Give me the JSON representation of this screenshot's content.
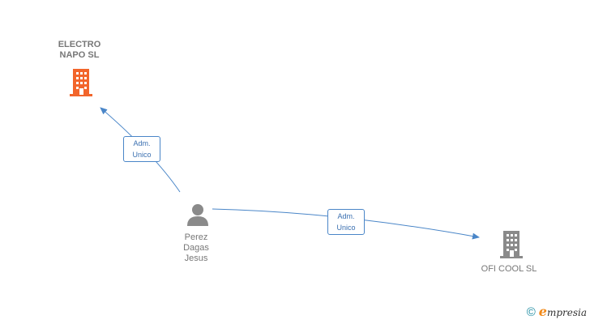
{
  "nodes": {
    "electro": {
      "line1": "ELECTRO",
      "line2": "NAPO  SL",
      "icon": "building-icon",
      "color": "#f2652b"
    },
    "person": {
      "line1": "Perez",
      "line2": "Dagas",
      "line3": "Jesus",
      "icon": "person-icon",
      "color": "#8a8a8a"
    },
    "oficool": {
      "line1": "OFI COOL  SL",
      "icon": "building-icon",
      "color": "#8a8a8a"
    }
  },
  "edges": [
    {
      "from": "person",
      "to": "electro",
      "label_line1": "Adm.",
      "label_line2": "Unico"
    },
    {
      "from": "person",
      "to": "oficool",
      "label_line1": "Adm.",
      "label_line2": "Unico"
    }
  ],
  "edge_color": "#4a86c8",
  "brand": {
    "copyright": "©",
    "e": "e",
    "rest": "mpresia"
  }
}
